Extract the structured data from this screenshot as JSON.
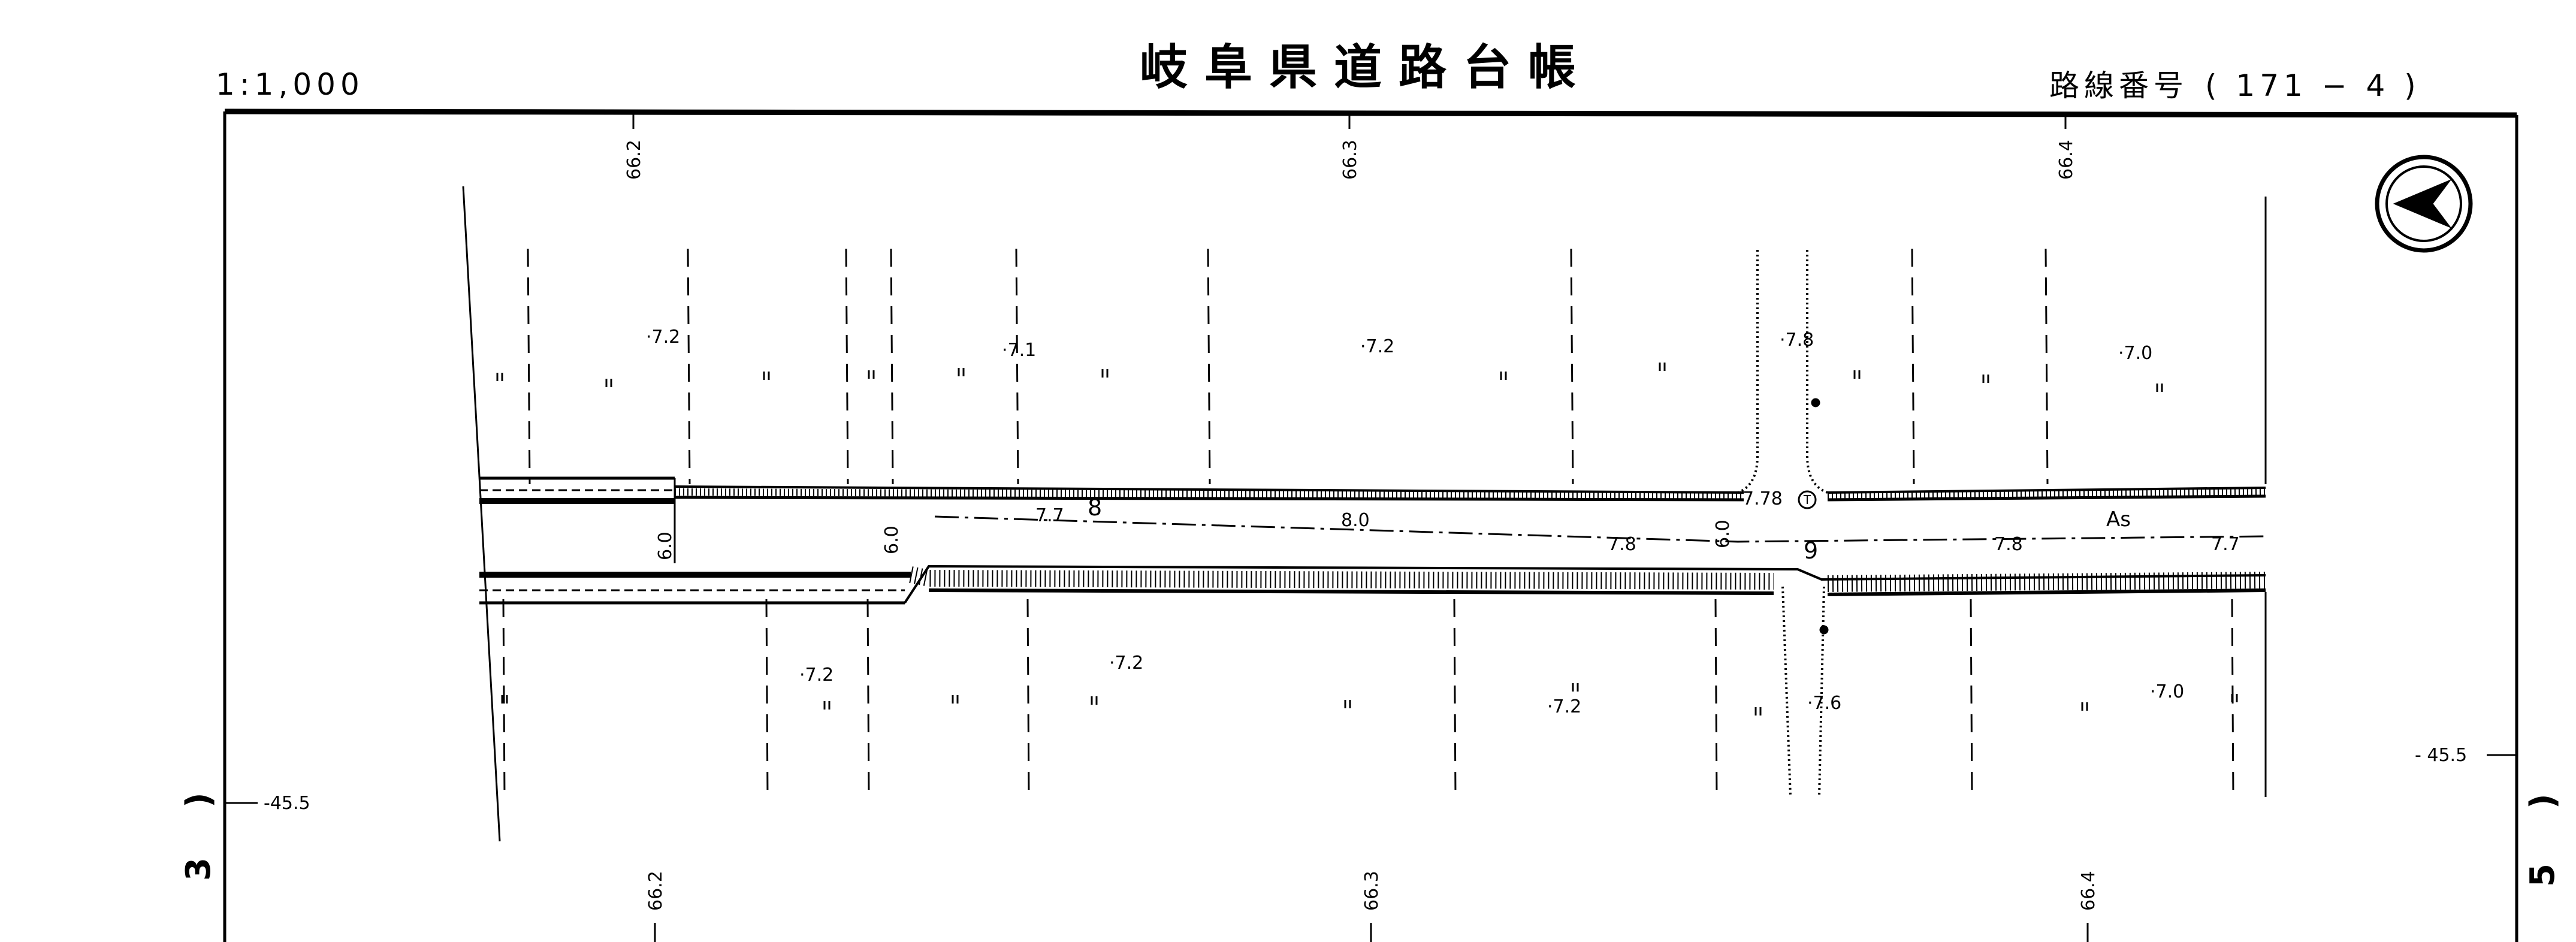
{
  "header": {
    "scale": "1:1,000",
    "title": "岐阜県道路台帳",
    "route_number_label": "路線番号",
    "route_number_value": "( 171 − 4 )"
  },
  "grid": {
    "top_ticks": [
      "66.2",
      "66.3",
      "66.4"
    ],
    "bottom_ticks": [
      "66.2",
      "66.3",
      "66.4"
    ],
    "left_tick": "-45.5",
    "right_tick": "- 45.5"
  },
  "sheet_links": {
    "previous": "3",
    "next": "5",
    "bracket": ")"
  },
  "spot_heights": [
    "·7.2",
    "·7.1",
    "·7.2",
    "·7.8",
    "·7.0",
    "·7.2",
    "·7.2",
    "·7.2",
    "·7.6",
    "·7.0"
  ],
  "road_labels": {
    "width_1": "6.0",
    "width_2": "6.0",
    "width_3": "6.0",
    "elev_a": "7.7",
    "station_8": "8",
    "elev_b": "8.0",
    "elev_c": "7.8",
    "elev_d": "7.78",
    "marker_t": "T",
    "station_9": "9",
    "elev_e": "7.8",
    "surface": "As",
    "elev_f": "7.7"
  },
  "north_arrow": "north-arrow-icon"
}
